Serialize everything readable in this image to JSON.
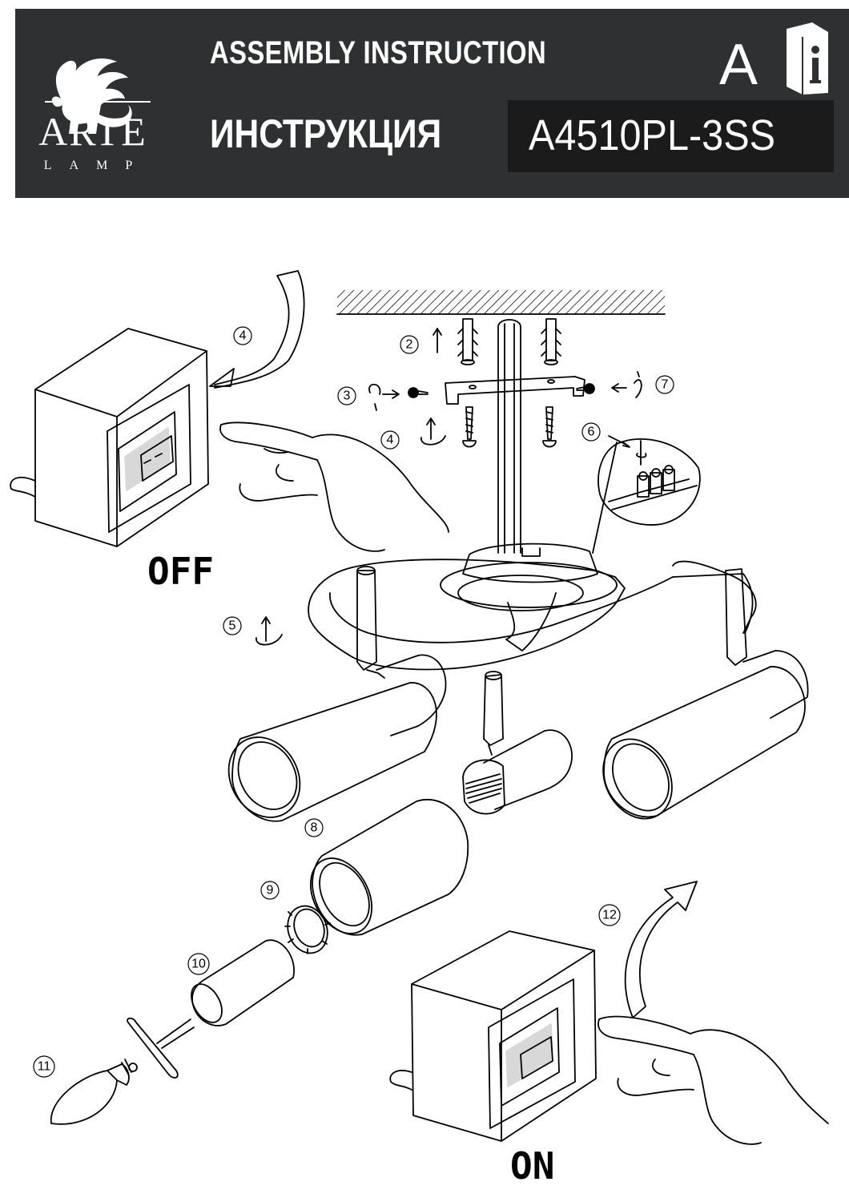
{
  "header": {
    "brand_name": "ARTE",
    "brand_sub": "LAMP",
    "title_en": "ASSEMBLY INSTRUCTION",
    "title_ru": "ИНСТРУКЦИЯ",
    "model": "A4510PL-3SS",
    "language_mark": "A"
  },
  "labels": {
    "off": "OFF",
    "on": "ON"
  },
  "steps": [
    "2",
    "3",
    "4",
    "4",
    "5",
    "6",
    "7",
    "8",
    "9",
    "10",
    "11",
    "12"
  ],
  "icons": {
    "logo": "winged-lion-icon",
    "manual": "info-book-icon"
  }
}
